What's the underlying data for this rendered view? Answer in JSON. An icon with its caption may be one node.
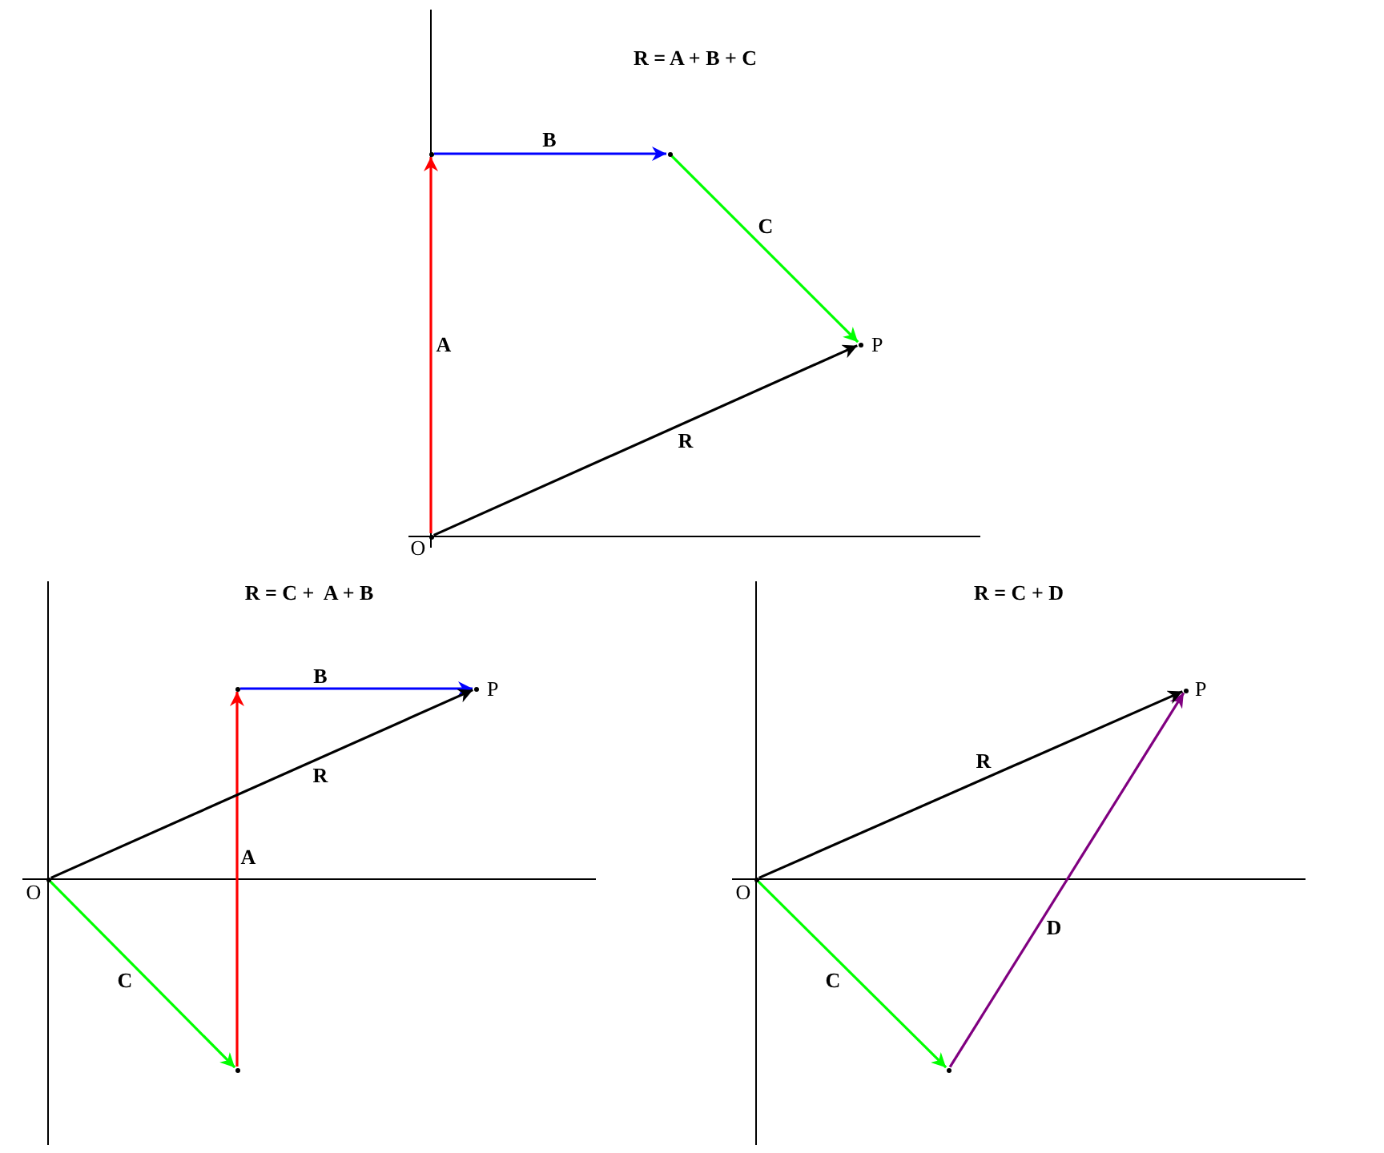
{
  "diagram": {
    "nodes": [
      {
        "text": [],
        "shape": "point",
        "beside": [
          "O"
        ]
      },
      {
        "text": [],
        "shape": "point"
      },
      {
        "text": [],
        "shape": "point"
      },
      {
        "text": [],
        "shape": "point",
        "beside": [
          "P"
        ]
      },
      {
        "text": [],
        "shape": "point",
        "beside": [
          "O"
        ]
      },
      {
        "text": [],
        "shape": "point"
      },
      {
        "text": [],
        "shape": "point"
      },
      {
        "text": [],
        "shape": "point",
        "beside": [
          "P"
        ]
      },
      {
        "text": [],
        "shape": "point",
        "beside": [
          "O"
        ]
      },
      {
        "text": [],
        "shape": "point"
      },
      {
        "text": [],
        "shape": "point",
        "beside": [
          "P"
        ]
      }
    ],
    "edges": [
      {
        "from": 0,
        "to": 1,
        "arrow": "to",
        "label": "A",
        "color": "#ff0000"
      },
      {
        "from": 1,
        "to": 2,
        "arrow": "to",
        "label": "B",
        "color": "#0000ff"
      },
      {
        "from": 2,
        "to": 3,
        "arrow": "to",
        "label": "C",
        "color": "#00ff00"
      },
      {
        "from": 0,
        "to": 3,
        "arrow": "to",
        "label": "R",
        "color": "#000000"
      },
      {
        "from": 4,
        "to": 5,
        "arrow": "to",
        "label": "C",
        "color": "#00ff00"
      },
      {
        "from": 5,
        "to": 6,
        "arrow": "to",
        "label": "A",
        "color": "#ff0000"
      },
      {
        "from": 6,
        "to": 7,
        "arrow": "to",
        "label": "B",
        "color": "#0000ff"
      },
      {
        "from": 4,
        "to": 7,
        "arrow": "to",
        "label": "R",
        "color": "#000000"
      },
      {
        "from": 8,
        "to": 9,
        "arrow": "to",
        "label": "C",
        "color": "#00ff00"
      },
      {
        "from": 9,
        "to": 10,
        "arrow": "to",
        "label": "D",
        "color": "#800080"
      },
      {
        "from": 8,
        "to": 10,
        "arrow": "to",
        "label": "R",
        "color": "#000000"
      }
    ],
    "labels": [
      "R = A + B + C",
      "R = C +  A + B",
      "R = C + D"
    ]
  }
}
